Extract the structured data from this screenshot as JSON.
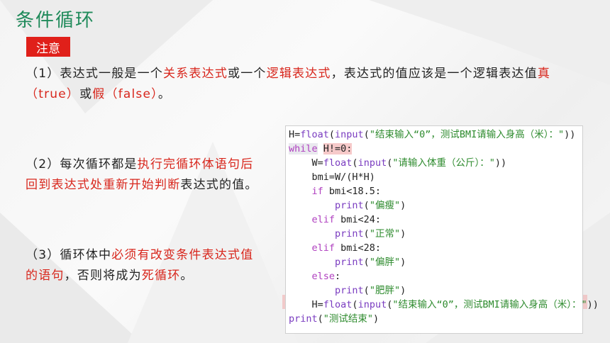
{
  "slide": {
    "title": "条件循环",
    "badge": "注意"
  },
  "points": [
    {
      "segments": [
        {
          "text": "（1）表达式一般是一个",
          "red": false
        },
        {
          "text": "关系表达式",
          "red": true
        },
        {
          "text": "或一个",
          "red": false
        },
        {
          "text": "逻辑表达式",
          "red": true
        },
        {
          "text": "，表达式的值应该是一个逻辑表达值",
          "red": false
        },
        {
          "text": "真（true）",
          "red": true
        },
        {
          "text": "或",
          "red": false
        },
        {
          "text": "假（false）",
          "red": true
        },
        {
          "text": "。",
          "red": false
        }
      ]
    },
    {
      "segments": [
        {
          "text": "（2）每次循环都是",
          "red": false
        },
        {
          "text": "执行完循环体语句后回到表达式处重新开始判断",
          "red": true
        },
        {
          "text": "表达式的值。",
          "red": false
        }
      ]
    },
    {
      "segments": [
        {
          "text": "（3）循环体中",
          "red": false
        },
        {
          "text": "必须有改变条件表达式值的语句",
          "red": true
        },
        {
          "text": "，否则将成为",
          "red": false
        },
        {
          "text": "死循环",
          "red": true
        },
        {
          "text": "。",
          "red": false
        }
      ]
    }
  ],
  "code": {
    "lines": [
      {
        "indent": "",
        "parts": [
          [
            "plain",
            "H="
          ],
          [
            "fn",
            "float"
          ],
          [
            "plain",
            "("
          ],
          [
            "fn",
            "input"
          ],
          [
            "plain",
            "("
          ],
          [
            "str",
            "\"结束输入“0”，测试BMI请输入身高（米）：\""
          ],
          [
            "plain",
            "))"
          ]
        ]
      },
      {
        "indent": "",
        "parts": [
          [
            "kw",
            "while"
          ],
          [
            "plain",
            " "
          ],
          [
            "cond",
            "H!=0:"
          ]
        ]
      },
      {
        "indent": "    ",
        "parts": [
          [
            "plain",
            "W="
          ],
          [
            "fn",
            "float"
          ],
          [
            "plain",
            "("
          ],
          [
            "fn",
            "input"
          ],
          [
            "plain",
            "("
          ],
          [
            "str",
            "\"请输入体重（公斤）：\""
          ],
          [
            "plain",
            "))"
          ]
        ]
      },
      {
        "indent": "    ",
        "parts": [
          [
            "plain",
            "bmi=W/(H*H)"
          ]
        ]
      },
      {
        "indent": "    ",
        "parts": [
          [
            "kw",
            "if"
          ],
          [
            "plain",
            " bmi<18.5:"
          ]
        ]
      },
      {
        "indent": "        ",
        "parts": [
          [
            "fn",
            "print"
          ],
          [
            "plain",
            "("
          ],
          [
            "str",
            "\"偏瘦\""
          ],
          [
            "plain",
            ")"
          ]
        ]
      },
      {
        "indent": "    ",
        "parts": [
          [
            "kw",
            "elif"
          ],
          [
            "plain",
            " bmi<24:"
          ]
        ]
      },
      {
        "indent": "        ",
        "parts": [
          [
            "fn",
            "print"
          ],
          [
            "plain",
            "("
          ],
          [
            "str",
            "\"正常\""
          ],
          [
            "plain",
            ")"
          ]
        ]
      },
      {
        "indent": "    ",
        "parts": [
          [
            "kw",
            "elif"
          ],
          [
            "plain",
            " bmi<28:"
          ]
        ]
      },
      {
        "indent": "        ",
        "parts": [
          [
            "fn",
            "print"
          ],
          [
            "plain",
            "("
          ],
          [
            "str",
            "\"偏胖\""
          ],
          [
            "plain",
            ")"
          ]
        ]
      },
      {
        "indent": "    ",
        "parts": [
          [
            "kw",
            "else"
          ],
          [
            "plain",
            ":"
          ]
        ]
      },
      {
        "indent": "        ",
        "parts": [
          [
            "fn",
            "print"
          ],
          [
            "plain",
            "("
          ],
          [
            "str",
            "\"肥胖\""
          ],
          [
            "plain",
            ")"
          ]
        ]
      },
      {
        "indent": "    ",
        "parts": [
          [
            "plain",
            "H="
          ],
          [
            "fn",
            "float"
          ],
          [
            "plain",
            "("
          ],
          [
            "fn",
            "input"
          ],
          [
            "plain",
            "("
          ],
          [
            "str",
            "\"结束输入“0”，测试BMI请输入身高（米）：\""
          ],
          [
            "plain",
            "))"
          ]
        ]
      },
      {
        "indent": "",
        "parts": [
          [
            "fn",
            "print"
          ],
          [
            "plain",
            "("
          ],
          [
            "str",
            "\"测试结束\""
          ],
          [
            "plain",
            ")"
          ]
        ]
      }
    ]
  }
}
